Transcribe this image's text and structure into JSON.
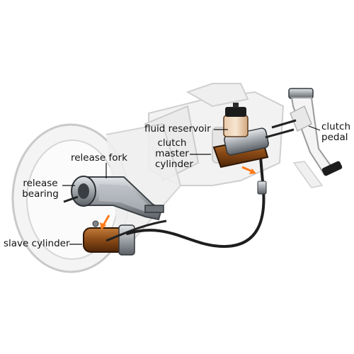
{
  "labels": {
    "fluid_reservoir": "fluid reservoir",
    "clutch_pedal": "clutch\npedal",
    "release_fork": "release fork",
    "clutch_master_cylinder": "clutch\nmaster\ncylinder",
    "release_bearing": "release\nbearing",
    "slave_cylinder": "slave cylinder"
  },
  "colors": {
    "transmission": "#f0f0f0",
    "transmission_edge": "#c8c8c8",
    "metal": "#9ea3a8",
    "metal_dark": "#5b6066",
    "cylinder_brown": "#8a4a16",
    "hose": "#1e1e1e",
    "flow_arrow": "#ff7a1a",
    "text": "#111111"
  }
}
